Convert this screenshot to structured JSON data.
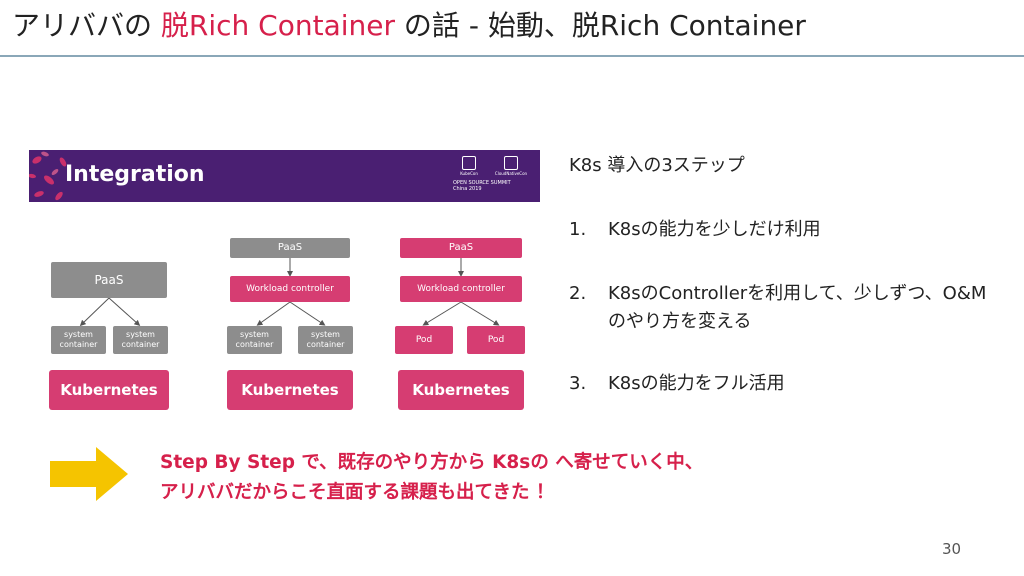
{
  "slide": {
    "title_prefix": "アリババの ",
    "title_highlight": "脱Rich Container",
    "title_suffix": " の話 - 始動、脱Rich Container",
    "page_number": "30"
  },
  "figure": {
    "banner_title": "Integration",
    "logos": {
      "kubecon": "KubeCon",
      "cloudnativecon": "CloudNativeCon",
      "summit": "OPEN SOURCE SUMMIT",
      "region": "China 2019"
    },
    "col1": {
      "paas": "PaaS",
      "container_a": "system container",
      "container_b": "system container",
      "kubernetes": "Kubernetes"
    },
    "col2": {
      "paas": "PaaS",
      "controller": "Workload controller",
      "container_a": "system container",
      "container_b": "system container",
      "kubernetes": "Kubernetes"
    },
    "col3": {
      "paas": "PaaS",
      "controller": "Workload controller",
      "pod_a": "Pod",
      "pod_b": "Pod",
      "kubernetes": "Kubernetes"
    }
  },
  "steps": {
    "heading": "K8s 導入の3ステップ",
    "items": [
      {
        "num": "1.",
        "text": "K8sの能力を少しだけ利用"
      },
      {
        "num": "2.",
        "text": "K8sのControllerを利用して、少しずつ、O&Mのやり方を変える"
      },
      {
        "num": "3.",
        "text": "K8sの能力をフル活用"
      }
    ]
  },
  "callout": {
    "line1": "Step By Step で、既存のやり方から K8sの へ寄せていく中、",
    "line2": "アリババだからこそ直面する課題も出てきた ！"
  },
  "colors": {
    "accent": "#d6204b",
    "banner": "#4a1f72",
    "pink_box": "#d63d72",
    "gray_box": "#8d8d8d",
    "arrow": "#f5c400"
  }
}
